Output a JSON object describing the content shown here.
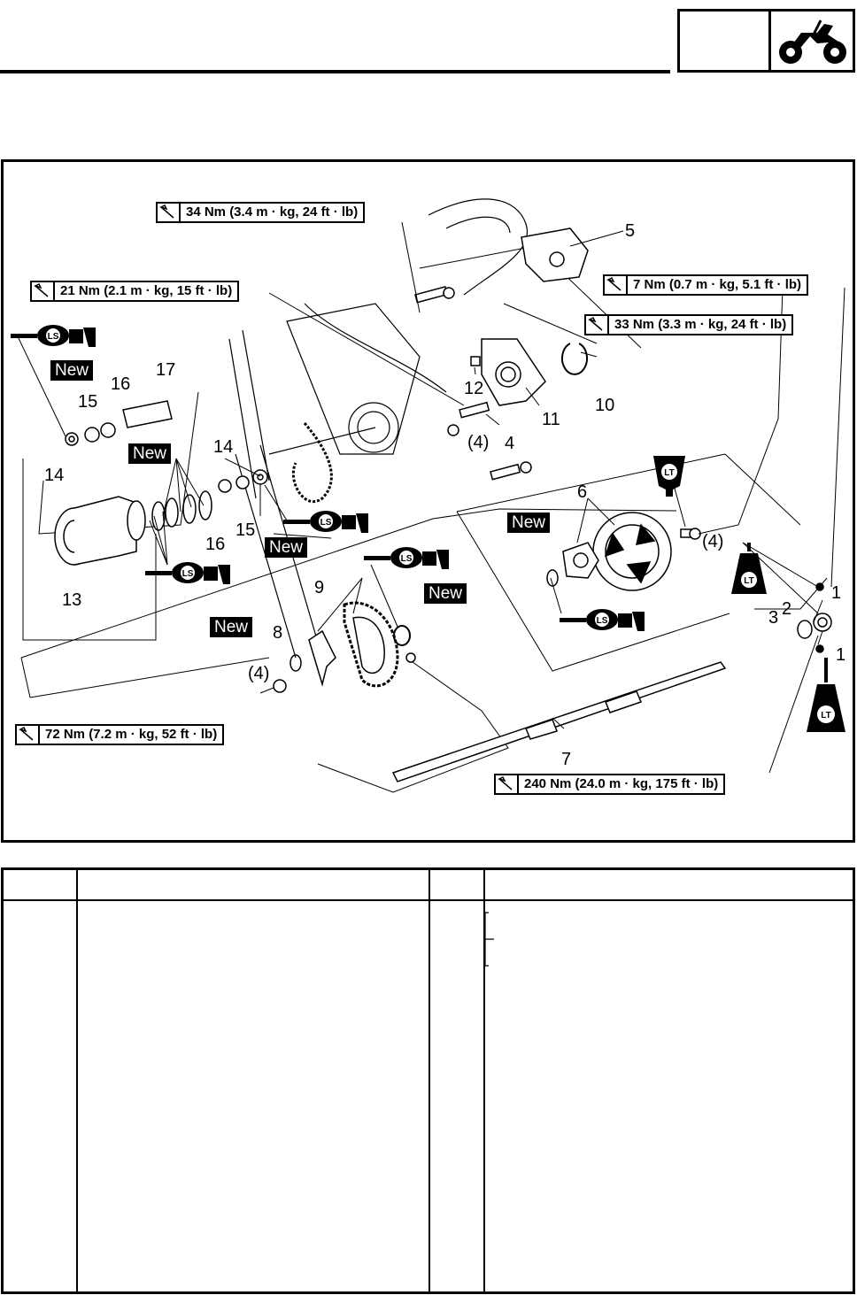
{
  "torque_specs": [
    "34 Nm (3.4 m · kg, 24 ft · lb)",
    "21 Nm (2.1 m · kg, 15 ft · lb)",
    "7 Nm (0.7 m · kg, 5.1 ft · lb)",
    "33 Nm (3.3 m · kg, 24 ft · lb)",
    "72 Nm (7.2 m · kg, 52 ft · lb)",
    "240 Nm (24.0 m · kg, 175 ft · lb)"
  ],
  "new_label": "New",
  "ls_label": "LS",
  "lt_label": "LT",
  "part_numbers": [
    "1",
    "1",
    "2",
    "3",
    "4",
    "5",
    "6",
    "7",
    "8",
    "9",
    "10",
    "11",
    "12",
    "13",
    "14",
    "14",
    "15",
    "15",
    "16",
    "16",
    "17"
  ],
  "qty_labels": [
    "(4)",
    "(4)",
    "(4)"
  ],
  "icons": {
    "atv": "atv-icon",
    "wrench": "torque-wrench-icon",
    "grease": "ls-grease-icon",
    "locktite": "lt-locktite-icon"
  }
}
